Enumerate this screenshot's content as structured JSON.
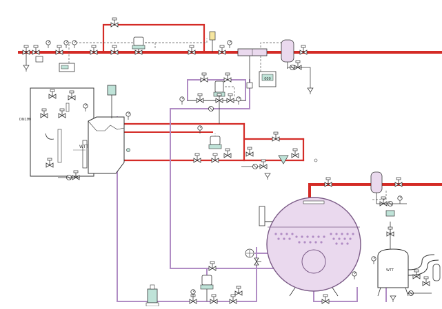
{
  "labels": {
    "inlet_size": "DN100",
    "tank_mark": "WTT",
    "column_mark": "WTT",
    "controller_display": "000"
  },
  "colors": {
    "steam_line": "#d42b26",
    "condensate_line": "#b08cc4",
    "vessel_fill": "#ead9ee",
    "vessel_stroke": "#7a5a86",
    "equipment_stroke": "#333333",
    "instrument_fill": "#bfe3d8",
    "signal_dash": "#555555"
  },
  "icons": [
    "gate-valve-icon",
    "control-valve-icon",
    "pressure-gauge-icon",
    "steam-trap-icon",
    "pump-icon",
    "separator-icon",
    "drain-funnel-icon"
  ]
}
